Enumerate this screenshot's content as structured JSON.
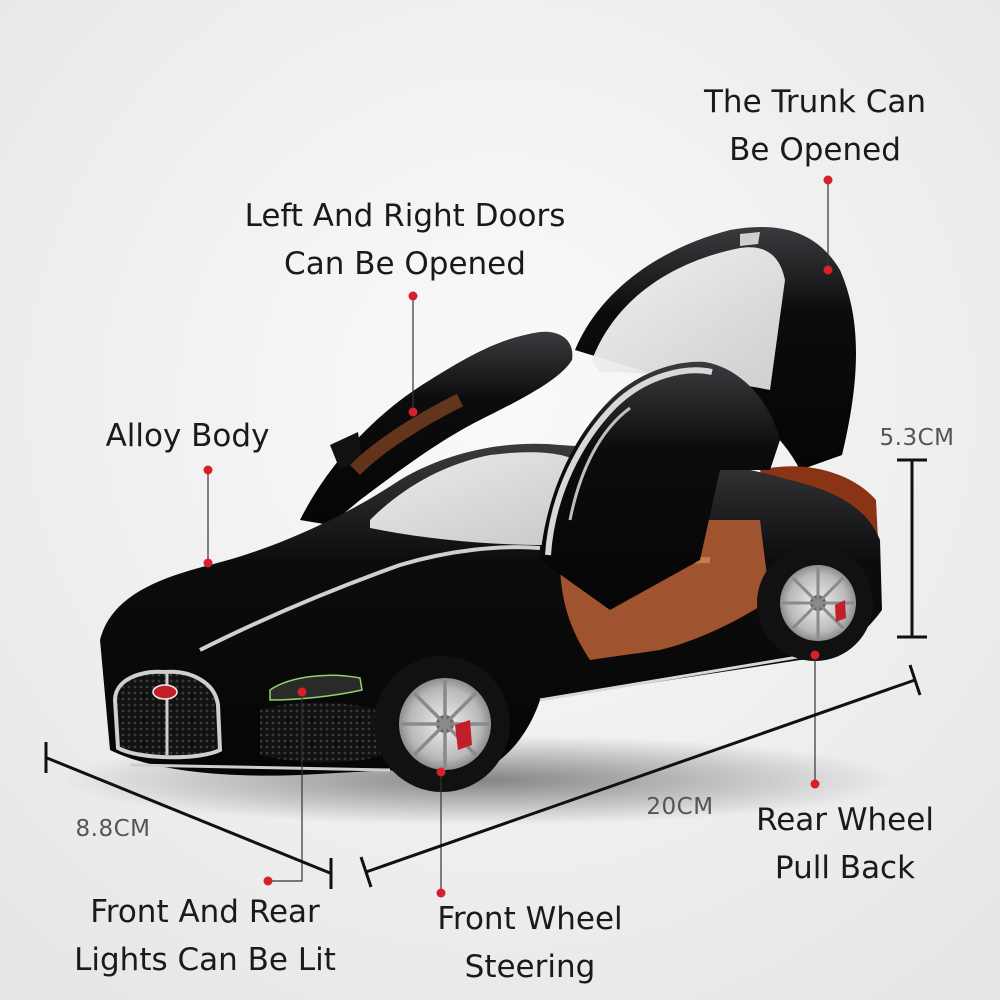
{
  "features": {
    "trunk": {
      "line1": "The Trunk Can",
      "line2": "Be Opened"
    },
    "doors": {
      "line1": "Left And Right Doors",
      "line2": "Can Be Opened"
    },
    "alloy": {
      "line1": "Alloy Body"
    },
    "rear_wheel": {
      "line1": "Rear Wheel",
      "line2": "Pull Back"
    },
    "lights": {
      "line1": "Front And Rear",
      "line2": "Lights Can Be Lit"
    },
    "front_wheel": {
      "line1": "Front Wheel",
      "line2": "Steering"
    }
  },
  "dimensions": {
    "height": "5.3CM",
    "length": "20CM",
    "width": "8.8CM"
  },
  "colors": {
    "background": "#f3f3f3",
    "car_body": "#0d0d0e",
    "interior": "#a0532f",
    "callout_dot": "#d6202a",
    "callout_line": "#333333",
    "dimension_line": "#111111"
  }
}
